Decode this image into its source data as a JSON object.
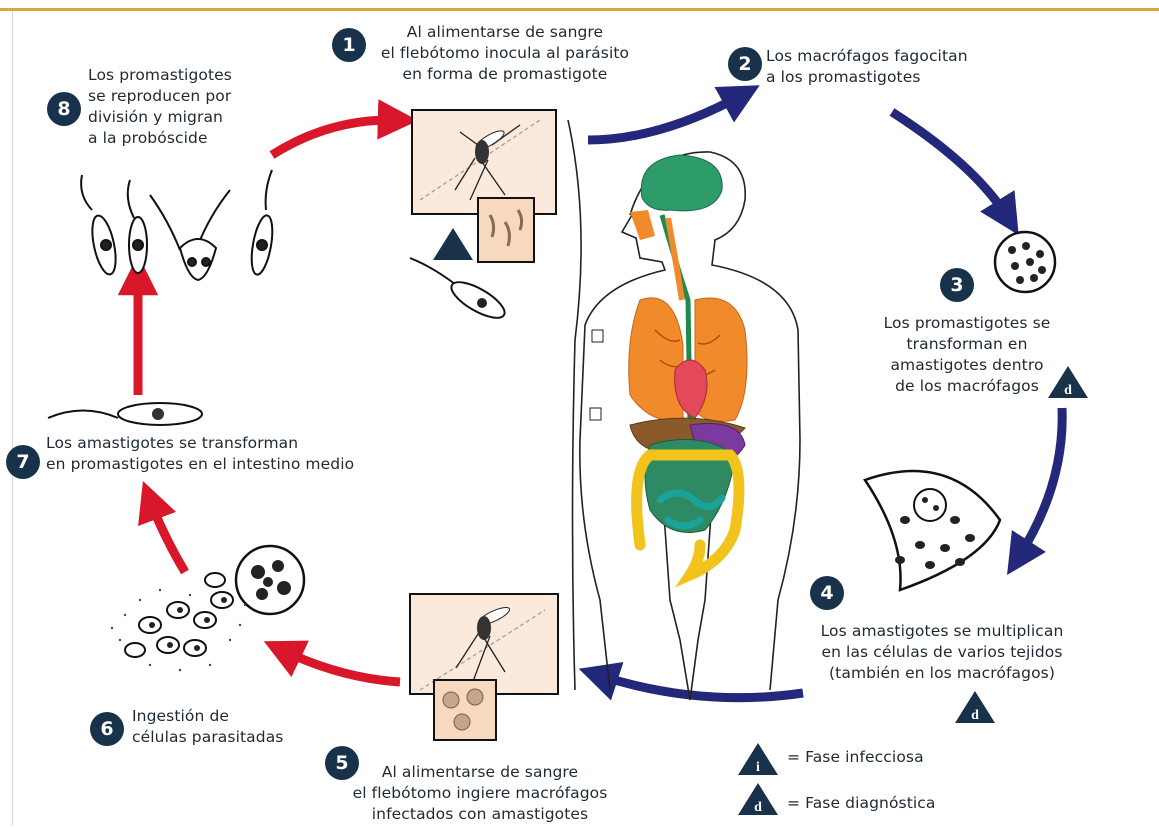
{
  "steps": [
    {
      "num": "1",
      "text": "Al alimentarse de sangre\nel flebótomo inocula al parásito\nen forma de promastigote"
    },
    {
      "num": "2",
      "text": "Los macrófagos fagocitan\na los promastigotes"
    },
    {
      "num": "3",
      "text": "Los promastigotes se\ntransforman en\namastigotes dentro\nde los macrófagos"
    },
    {
      "num": "4",
      "text": "Los amastigotes se multiplican\nen las células de varios tejidos\n(también en los macrófagos)"
    },
    {
      "num": "5",
      "text": "Al alimentarse de sangre\nel flebótomo ingiere macrófagos\ninfectados con amastigotes"
    },
    {
      "num": "6",
      "text": "Ingestión de\ncélulas parasitadas"
    },
    {
      "num": "7",
      "text": "Los amastigotes se transforman\nen promastigotes en el intestino medio"
    },
    {
      "num": "8",
      "text": "Los promastigotes\nse reproducen por\ndivisión y migran\na la probóscide"
    }
  ],
  "markers": {
    "infective": "i",
    "diagnostic": "d"
  },
  "legend": [
    {
      "symbol": "i",
      "label": "= Fase infecciosa"
    },
    {
      "symbol": "d",
      "label": "= Fase diagnóstica"
    }
  ],
  "colors": {
    "human_stage_arrow": "#23287a",
    "vector_stage_arrow": "#d8182a",
    "badge": "#17324a",
    "accent_line": "#e1a33b"
  }
}
